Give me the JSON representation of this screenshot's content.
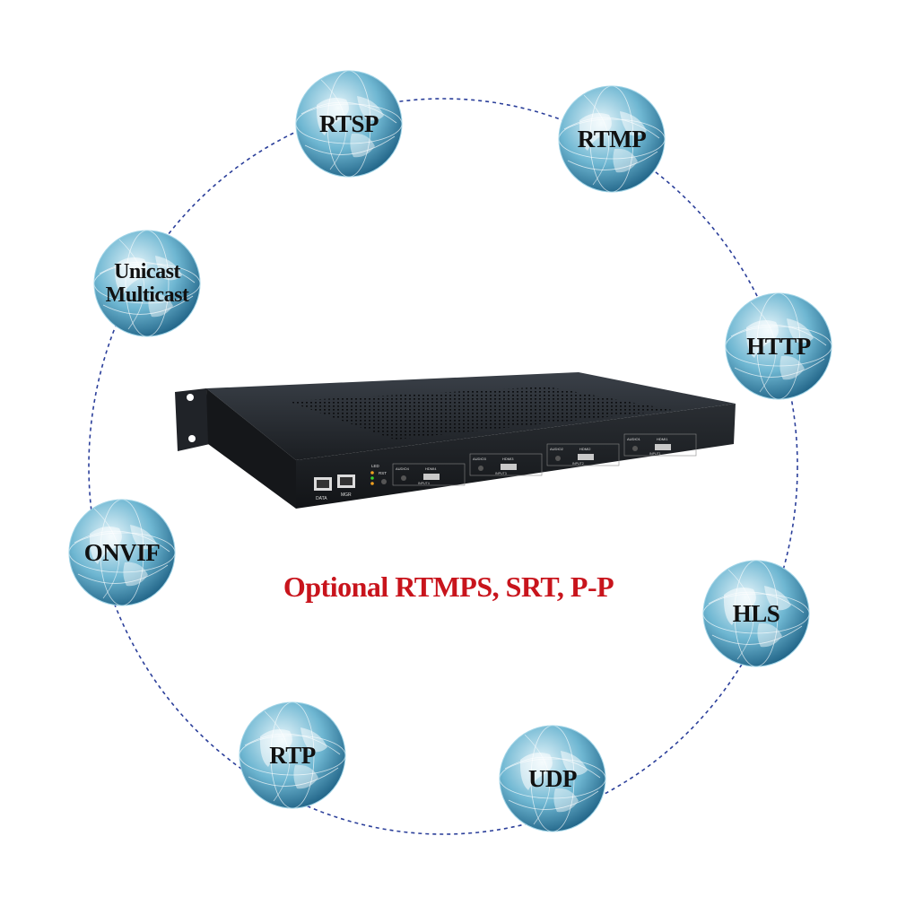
{
  "protocols": [
    {
      "id": "rtsp",
      "label": "RTSP"
    },
    {
      "id": "rtmp",
      "label": "RTMP"
    },
    {
      "id": "unicast-multicast",
      "label": "Unicast\nMulticast"
    },
    {
      "id": "http",
      "label": "HTTP"
    },
    {
      "id": "onvif",
      "label": "ONVIF"
    },
    {
      "id": "hls",
      "label": "HLS"
    },
    {
      "id": "rtp",
      "label": "RTP"
    },
    {
      "id": "udp",
      "label": "UDP"
    }
  ],
  "device": {
    "port_labels": {
      "data": "DATA",
      "mgr": "MGR",
      "led": "LED",
      "rst": "RST"
    },
    "inputs": [
      {
        "audio": "AUDIO4",
        "hdmi": "HDMI4",
        "input": "INPUT4"
      },
      {
        "audio": "AUDIO3",
        "hdmi": "HDMI3",
        "input": "INPUT3"
      },
      {
        "audio": "AUDIO2",
        "hdmi": "HDMI2",
        "input": "INPUT2"
      },
      {
        "audio": "AUDIO1",
        "hdmi": "HDMI1",
        "input": "INPUT1"
      }
    ]
  },
  "optional_text": "Optional RTMPS, SRT, P-P",
  "colors": {
    "ring": "#2b3f9a",
    "accent_red": "#c8141c",
    "globe_light": "#e8f6fb",
    "globe_mid": "#6fb7d2",
    "globe_dark": "#1c5f83",
    "device_body": "#1d2126"
  }
}
